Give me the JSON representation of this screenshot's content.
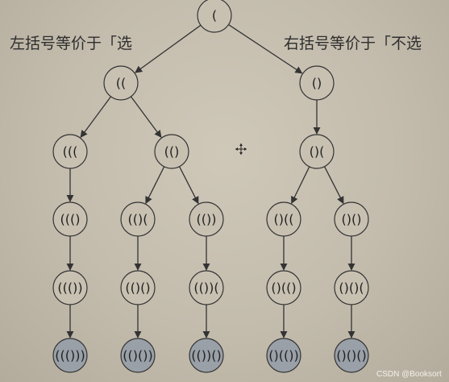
{
  "annotations": {
    "left": "左括号等价于「选",
    "right": "右括号等价于「不选"
  },
  "colors": {
    "node_fill": "#c8c1b2",
    "leaf_fill": "#9aa0a8",
    "stroke": "#333333"
  },
  "cursor_icon": "move-crosshair-icon",
  "watermark": "CSDN @Booksort",
  "nodes": [
    {
      "id": "n0",
      "label": "(",
      "leaf": false
    },
    {
      "id": "n1",
      "label": "((",
      "leaf": false
    },
    {
      "id": "n2",
      "label": "()",
      "leaf": false
    },
    {
      "id": "n3",
      "label": "(((",
      "leaf": false
    },
    {
      "id": "n4",
      "label": "(()",
      "leaf": false
    },
    {
      "id": "n5",
      "label": "()(",
      "leaf": false
    },
    {
      "id": "n6",
      "label": "((()",
      "leaf": false
    },
    {
      "id": "n7",
      "label": "(()(",
      "leaf": false
    },
    {
      "id": "n8",
      "label": "(())",
      "leaf": false
    },
    {
      "id": "n9",
      "label": "()((",
      "leaf": false
    },
    {
      "id": "n10",
      "label": "()()",
      "leaf": false
    },
    {
      "id": "n11",
      "label": "((())",
      "leaf": false
    },
    {
      "id": "n12",
      "label": "(()()",
      "leaf": false
    },
    {
      "id": "n13",
      "label": "(())(",
      "leaf": false
    },
    {
      "id": "n14",
      "label": "()(()",
      "leaf": false
    },
    {
      "id": "n15",
      "label": "()()(",
      "leaf": false
    },
    {
      "id": "n16",
      "label": "((()))",
      "leaf": true
    },
    {
      "id": "n17",
      "label": "(()())",
      "leaf": true
    },
    {
      "id": "n18",
      "label": "(())()",
      "leaf": true
    },
    {
      "id": "n19",
      "label": "()(())",
      "leaf": true
    },
    {
      "id": "n20",
      "label": "()()()",
      "leaf": true
    }
  ],
  "edges": [
    [
      "n0",
      "n1"
    ],
    [
      "n0",
      "n2"
    ],
    [
      "n1",
      "n3"
    ],
    [
      "n1",
      "n4"
    ],
    [
      "n2",
      "n5"
    ],
    [
      "n3",
      "n6"
    ],
    [
      "n4",
      "n7"
    ],
    [
      "n4",
      "n8"
    ],
    [
      "n5",
      "n9"
    ],
    [
      "n5",
      "n10"
    ],
    [
      "n6",
      "n11"
    ],
    [
      "n7",
      "n12"
    ],
    [
      "n8",
      "n13"
    ],
    [
      "n9",
      "n14"
    ],
    [
      "n10",
      "n15"
    ],
    [
      "n11",
      "n16"
    ],
    [
      "n12",
      "n17"
    ],
    [
      "n13",
      "n18"
    ],
    [
      "n14",
      "n19"
    ],
    [
      "n15",
      "n20"
    ]
  ]
}
